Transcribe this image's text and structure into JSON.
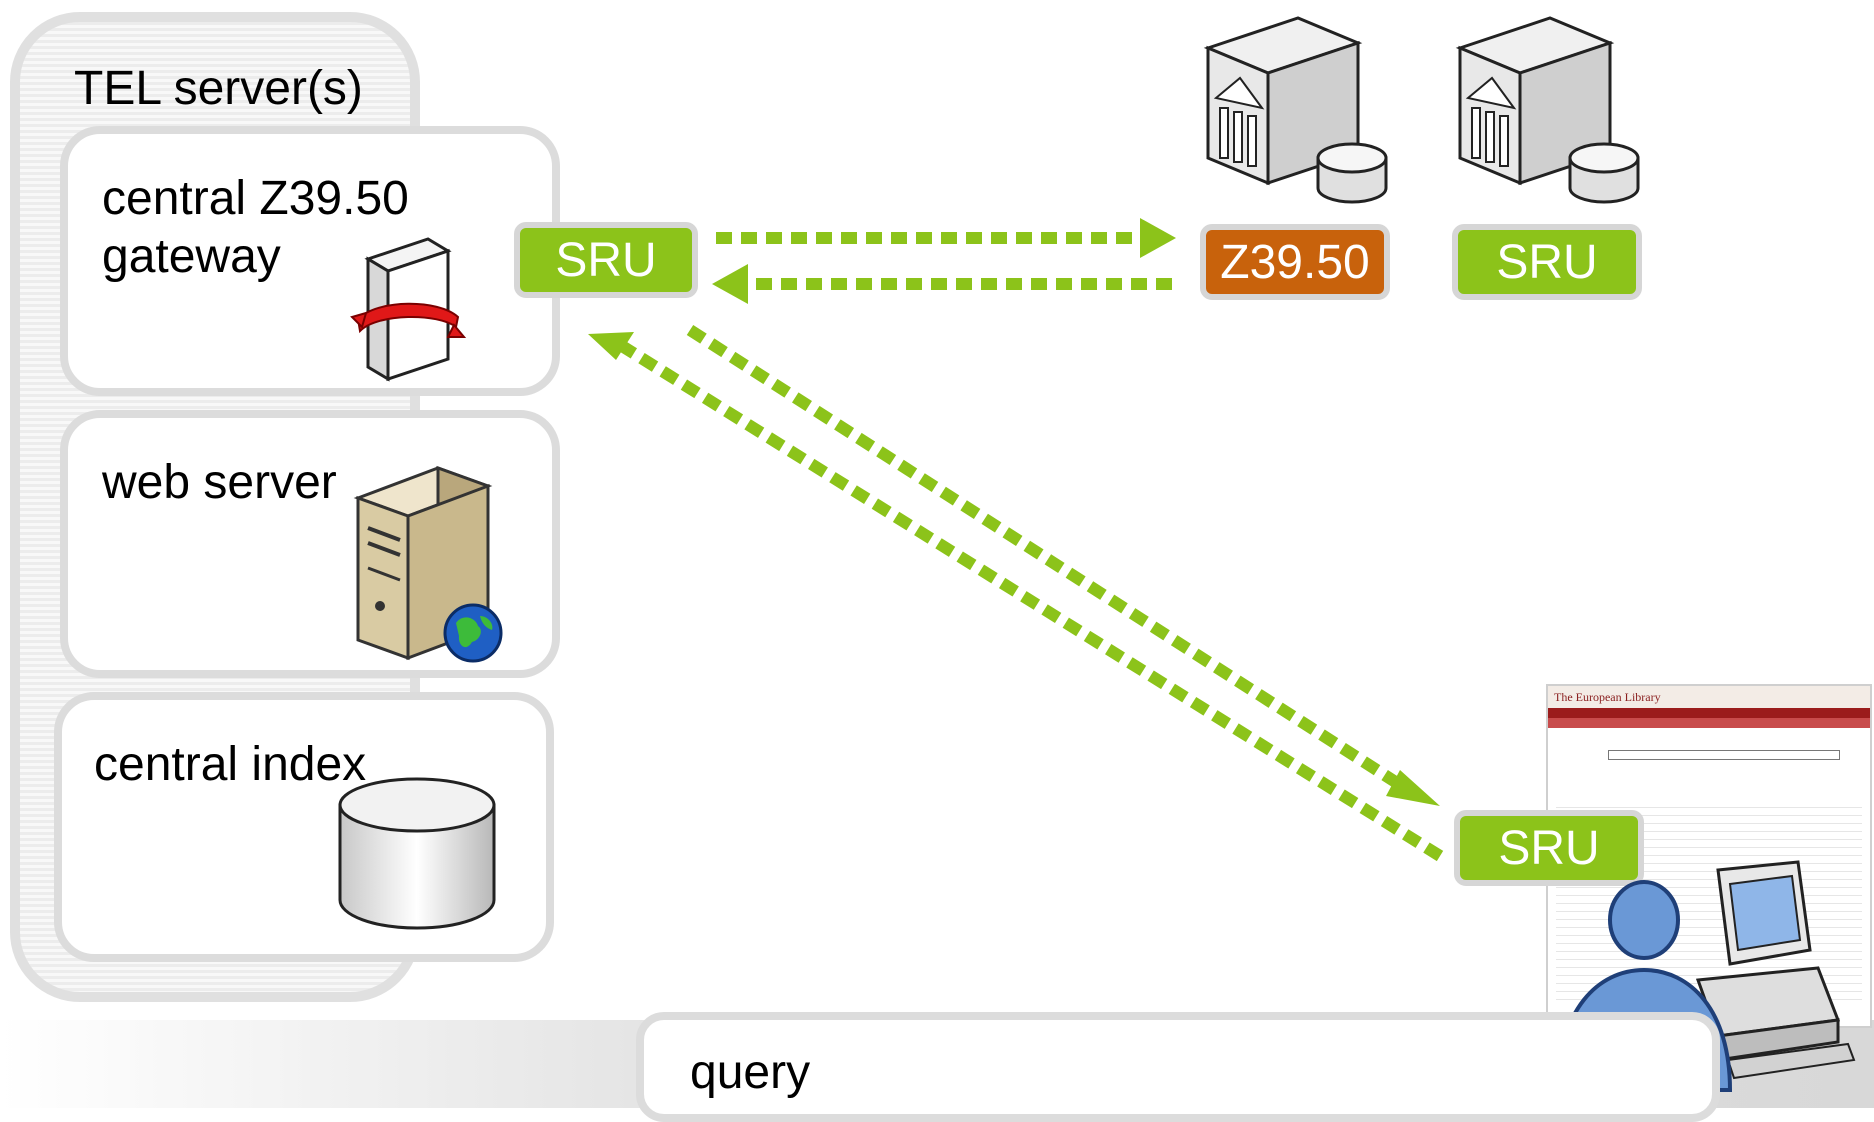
{
  "colors": {
    "sru_green": "#8cc31a",
    "z3950_orange": "#c8620c",
    "arrow_green": "#8cc31a",
    "panel_border": "#dcdcdc"
  },
  "tel_group": {
    "title": "TEL server(s)",
    "components": [
      {
        "label": "central Z39.50\ngateway",
        "icon": "gateway-server-icon"
      },
      {
        "label": "web server",
        "icon": "web-server-icon"
      },
      {
        "label": "central index",
        "icon": "database-icon"
      }
    ]
  },
  "badges": {
    "gateway_sru": "SRU",
    "remote_z3950": "Z39.50",
    "remote_sru": "SRU",
    "client_sru": "SRU"
  },
  "remote_servers": [
    {
      "icon": "library-server-icon",
      "protocol": "Z39.50"
    },
    {
      "icon": "library-server-icon",
      "protocol": "SRU"
    }
  ],
  "client": {
    "icon": "user-workstation-icon",
    "screenshot_title": "The European Library"
  },
  "footer": {
    "label": "query"
  }
}
